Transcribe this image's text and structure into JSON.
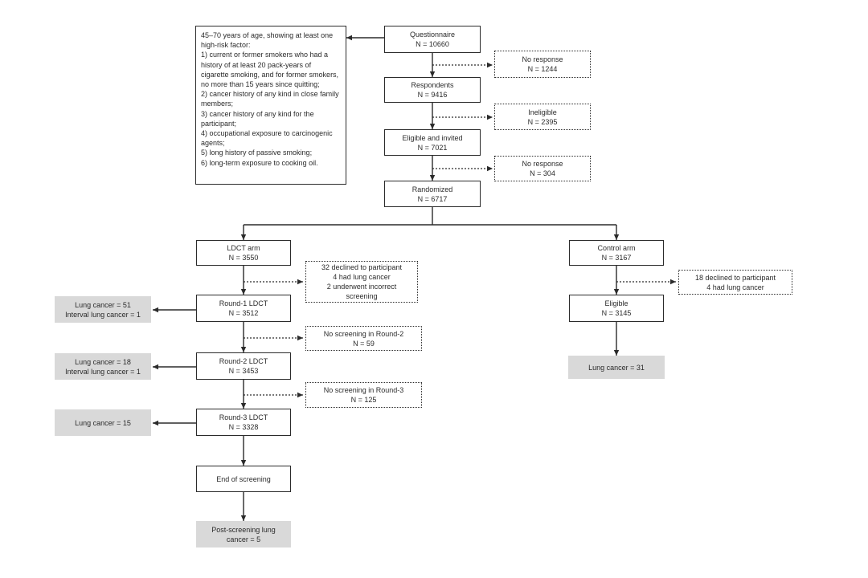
{
  "criteria": {
    "lines": [
      "45–70 years of age, showing at least one high-risk factor:",
      "1) current or former smokers who had a history of at least 20 pack-years of cigarette smoking, and for former smokers, no more than 15 years since quitting;",
      "2) cancer history of any kind in close family members;",
      "3) cancer history of any kind for the participant;",
      "4) occupational exposure to carcinogenic agents;",
      "5) long history of passive smoking;",
      "6) long-term exposure to cooking oil."
    ]
  },
  "nodes": {
    "questionnaire": {
      "label": "Questionnaire",
      "n": "N = 10660"
    },
    "no_response_1": {
      "label": "No response",
      "n": "N = 1244"
    },
    "respondents": {
      "label": "Respondents",
      "n": "N = 9416"
    },
    "ineligible": {
      "label": "Ineligible",
      "n": "N = 2395"
    },
    "eligible_invited": {
      "label": "Eligible and invited",
      "n": "N = 7021"
    },
    "no_response_2": {
      "label": "No response",
      "n": "N = 304"
    },
    "randomized": {
      "label": "Randomized",
      "n": "N = 6717"
    },
    "ldct_arm": {
      "label": "LDCT arm",
      "n": "N = 3550"
    },
    "ldct_excluded": {
      "line1": "32 declined to participant",
      "line2": "4 had lung cancer",
      "line3": "2 underwent incorrect screening"
    },
    "round1": {
      "label": "Round-1 LDCT",
      "n": "N = 3512"
    },
    "round1_cancer": {
      "line1": "Lung cancer = 51",
      "line2": "Interval lung cancer = 1"
    },
    "no_screen_r2": {
      "label": "No screening in Round-2",
      "n": "N = 59"
    },
    "round2": {
      "label": "Round-2 LDCT",
      "n": "N = 3453"
    },
    "round2_cancer": {
      "line1": "Lung cancer = 18",
      "line2": "Interval lung cancer = 1"
    },
    "no_screen_r3": {
      "label": "No screening in Round-3",
      "n": "N = 125"
    },
    "round3": {
      "label": "Round-3 LDCT",
      "n": "N = 3328"
    },
    "round3_cancer": {
      "line1": "Lung cancer = 15"
    },
    "end_screening": {
      "label": "End of screening"
    },
    "post_screening": {
      "line1": "Post-screening lung",
      "line2": "cancer = 5"
    },
    "control_arm": {
      "label": "Control arm",
      "n": "N = 3167"
    },
    "control_excluded": {
      "line1": "18 declined to participant",
      "line2": "4 had lung cancer"
    },
    "control_eligible": {
      "label": "Eligible",
      "n": "N = 3145"
    },
    "control_cancer": {
      "line1": "Lung cancer = 31"
    }
  }
}
